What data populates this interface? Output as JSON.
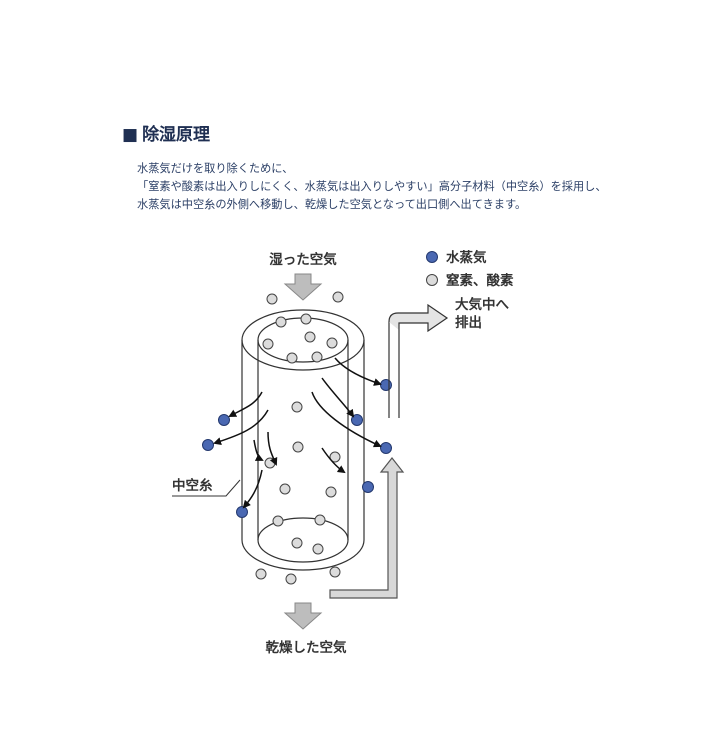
{
  "section": {
    "marker": "■",
    "title": "除湿原理",
    "description": [
      "水蒸気だけを取り除くために、",
      "「窒素や酸素は出入りしにくく、水蒸気は出入りしやすい」高分子材料（中空糸）を採用し、",
      "水蒸気は中空糸の外側へ移動し、乾燥した空気となって出口側へ出てきます。"
    ]
  },
  "diagram": {
    "inlet_label": "湿った空気",
    "outlet_label": "乾燥した空気",
    "atmosphere_label_line1": "大気中へ",
    "atmosphere_label_line2": "排出",
    "fiber_label": "中空糸",
    "legend": [
      {
        "label": "水蒸気",
        "color": "#4a68b2"
      },
      {
        "label": "窒素、酸素",
        "color": "#d8d8d8"
      }
    ]
  }
}
